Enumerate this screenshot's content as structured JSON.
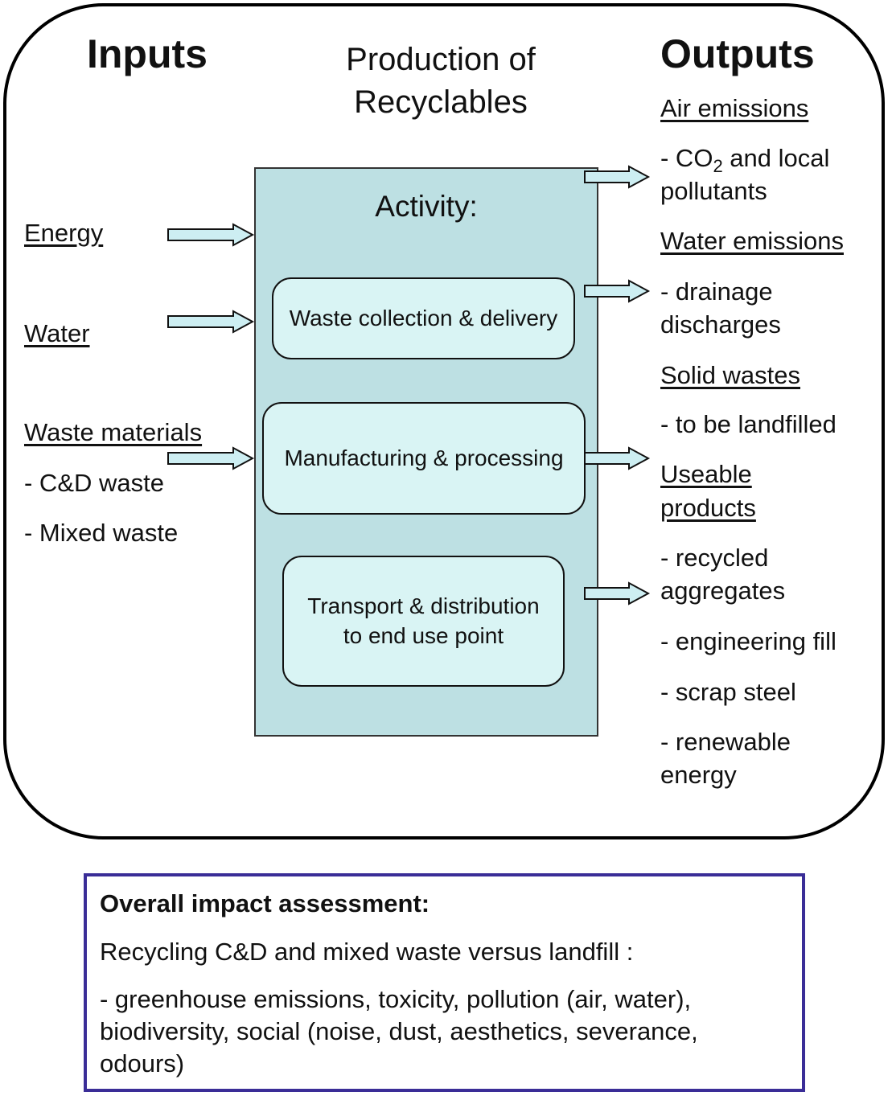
{
  "diagram": {
    "inputs_heading": "Inputs",
    "title_line1": "Production of",
    "title_line2": "Recyclables",
    "outputs_heading": "Outputs",
    "inputs": {
      "energy": "Energy",
      "water": "Water",
      "waste_materials": "Waste materials",
      "cd_waste": "- C&D waste",
      "mixed_waste": "- Mixed waste"
    },
    "activity": {
      "title": "Activity:",
      "step1": "Waste collection & delivery",
      "step2": "Manufacturing & processing",
      "step3_line1": "Transport & distribution",
      "step3_line2": "to end use point"
    },
    "outputs": {
      "air_emissions": "Air emissions",
      "co2_prefix": "- CO",
      "co2_sub": "2",
      "co2_suffix": " and local",
      "pollutants": "pollutants",
      "water_emissions": "Water emissions",
      "drainage": "- drainage",
      "discharges": "discharges",
      "solid_wastes": "Solid wastes",
      "landfilled": "- to be landfilled",
      "useable": "Useable",
      "products": "products",
      "recycled": "- recycled",
      "aggregates": "aggregates",
      "engineering_fill": "- engineering fill",
      "scrap_steel": "- scrap steel",
      "renewable": "- renewable",
      "energy": "energy"
    },
    "colors": {
      "activity_fill": "#bde0e3",
      "step_fill": "#d9f4f4",
      "arrow_fill": "#cdeef2",
      "impact_border": "#3a2d97"
    }
  },
  "impact": {
    "title": "Overall impact assessment:",
    "line1": "Recycling C&D and mixed waste versus landfill :",
    "line2a": "- greenhouse emissions, toxicity, pollution (air, water),",
    "line2b": "biodiversity, social (noise, dust, aesthetics, severance,",
    "line2c": "odours)"
  }
}
